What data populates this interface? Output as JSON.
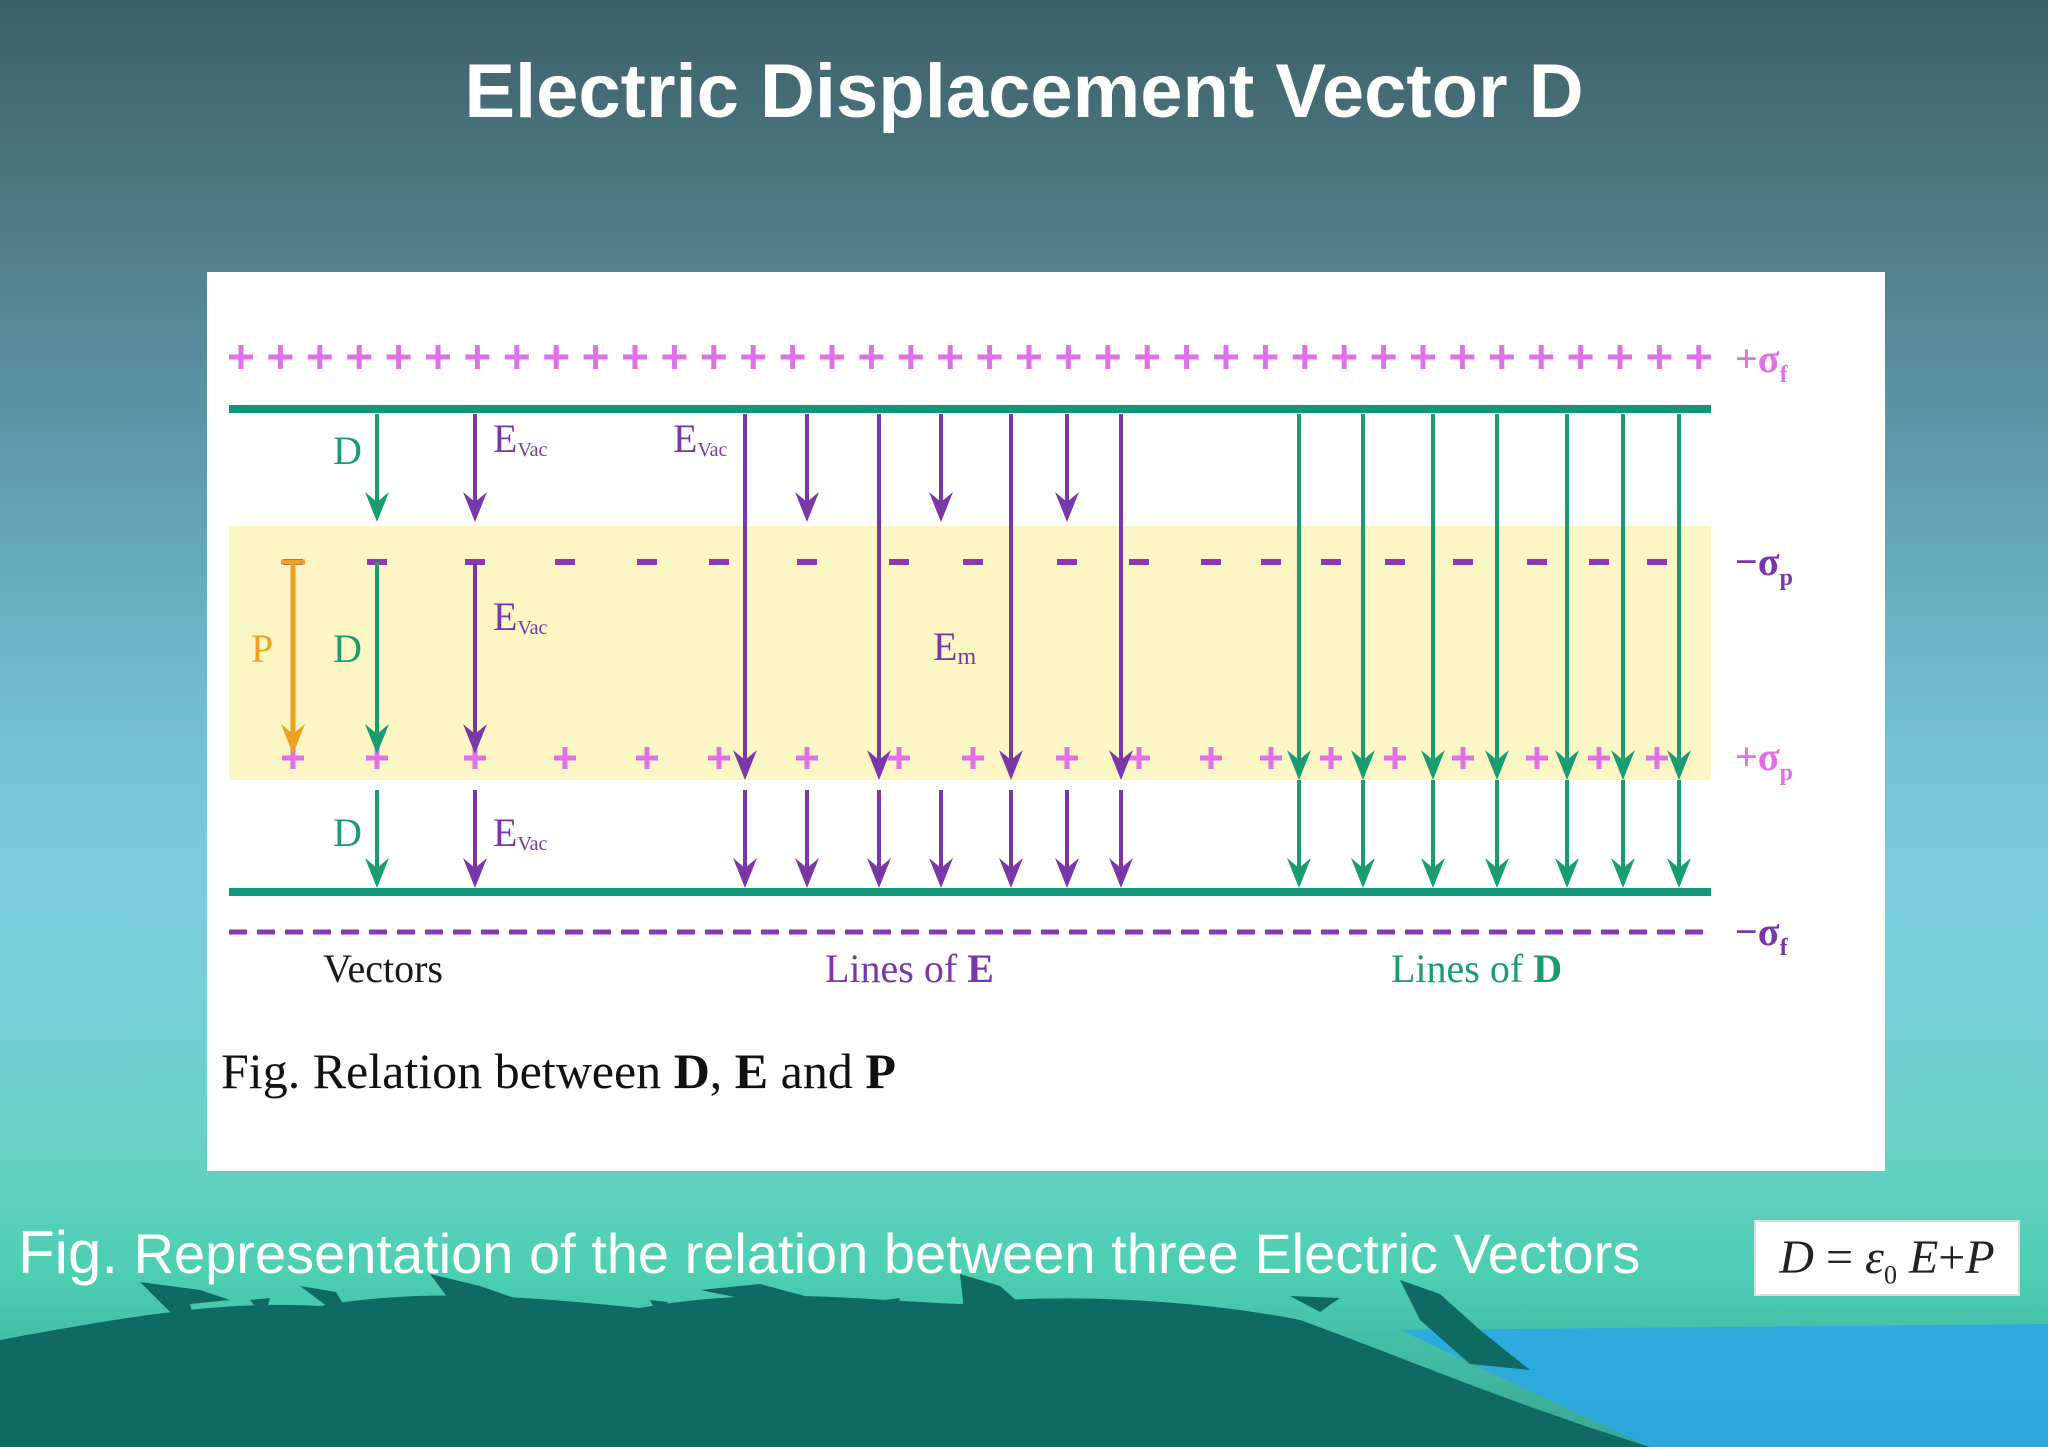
{
  "slide": {
    "title": "Electric Displacement Vector D",
    "caption_prefix": "Fig.",
    "caption_text": "Representation of the relation between three Electric Vectors",
    "formula": {
      "lhs": "D",
      "eq": "=",
      "eps": "ε",
      "eps_sub": "0",
      "e": "E",
      "plus": "+",
      "p": "P"
    }
  },
  "figure": {
    "labels": {
      "top_charge": "+σ",
      "top_charge_sub": "f",
      "bottom_charge": "−σ",
      "bottom_charge_sub": "f",
      "pol_top": "−σ",
      "pol_top_sub": "p",
      "pol_bottom": "+σ",
      "pol_bottom_sub": "p",
      "d": "D",
      "p": "P",
      "e": "E",
      "vac_sub": "Vac",
      "m_sub": "m"
    },
    "column_captions": {
      "vectors": "Vectors",
      "lines_of": "Lines of ",
      "e_bold": "E",
      "d_bold": "D"
    },
    "fig_caption": {
      "prefix": "Fig. Relation between ",
      "d": "D",
      "sep1": ", ",
      "e": "E",
      "and": " and ",
      "p": "P"
    },
    "colors": {
      "plate": "#14967a",
      "free_plus": "#e070e8",
      "e_lines": "#7a37a8",
      "d_lines": "#199c72",
      "p_vector": "#f0a020",
      "dielectric": "#fbf6c4",
      "dash": "#8a3ab0"
    }
  }
}
